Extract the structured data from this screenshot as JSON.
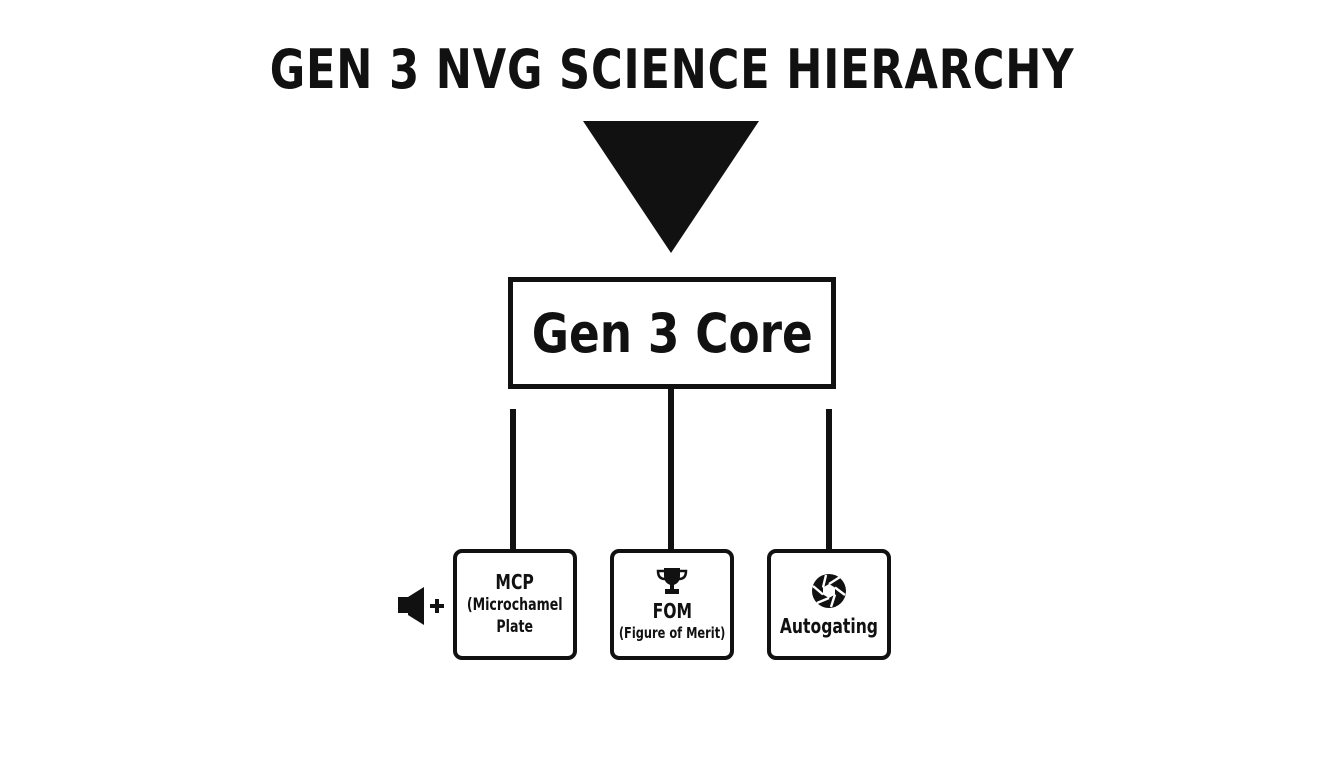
{
  "title": "GEN 3 NVG SCIENCE HIERARCHY",
  "core": {
    "label": "Gen 3 Core"
  },
  "children": [
    {
      "title": "MCP",
      "subtitle_line1": "(Microchamel",
      "subtitle_line2": "Plate",
      "icon": "speaker-plus-icon"
    },
    {
      "title": "FOM",
      "subtitle_line1": "(Figure of Merit)",
      "icon": "trophy-icon"
    },
    {
      "title": "Autogating",
      "icon": "aperture-icon"
    }
  ],
  "colors": {
    "ink": "#111111",
    "background": "#ffffff"
  }
}
